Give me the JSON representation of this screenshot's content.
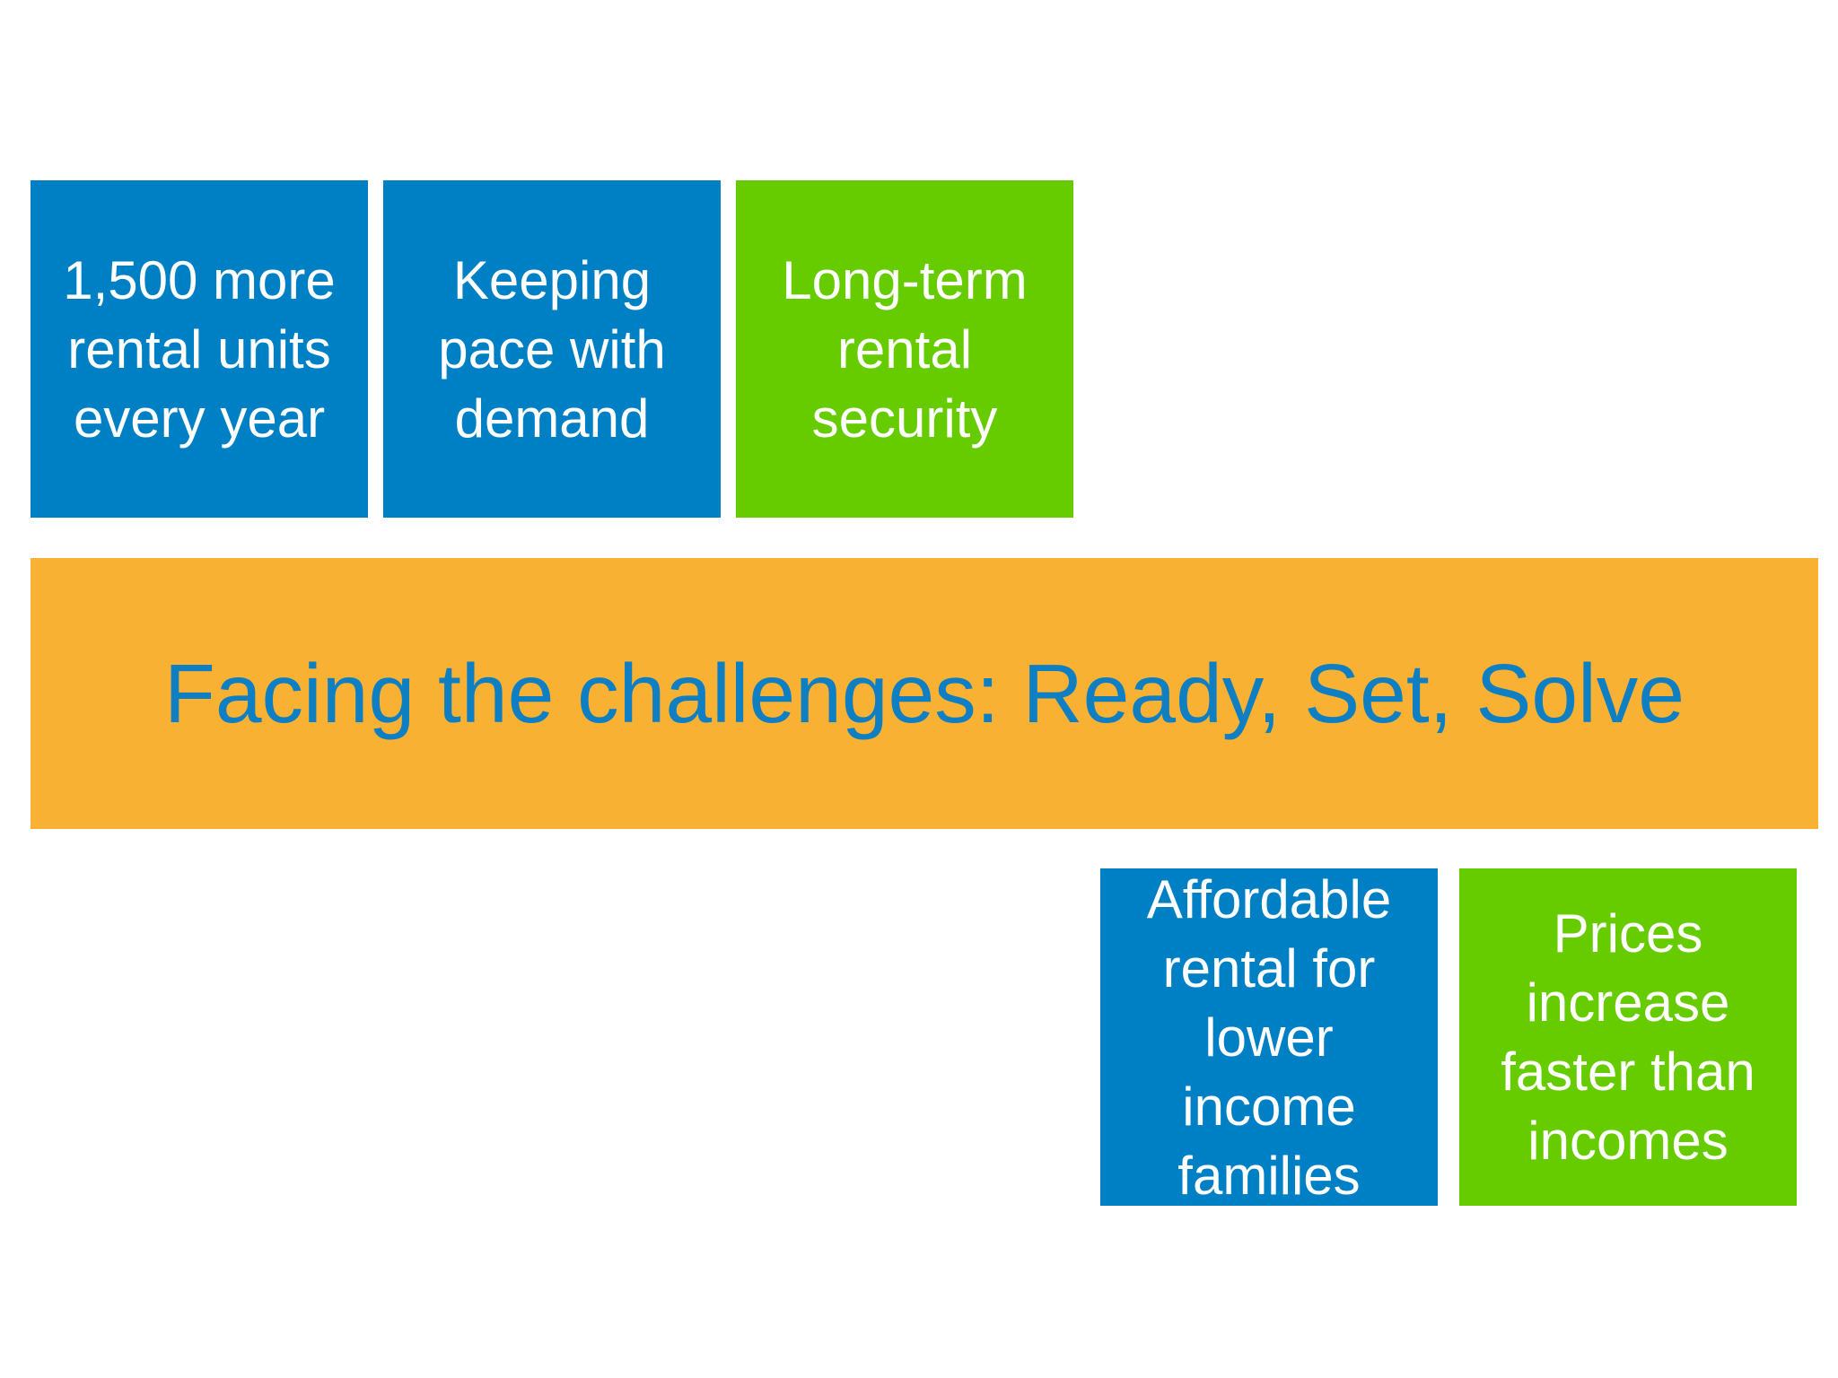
{
  "colors": {
    "blue_tile": "#0080c4",
    "green_tile": "#66cc00",
    "banner_background": "#f9b134",
    "banner_text": "#0d7fc2",
    "tile_text": "#ffffff"
  },
  "top_tiles": [
    {
      "lines": [
        "1,500 more",
        "rental units",
        "every year"
      ]
    },
    {
      "lines": [
        "Keeping",
        "pace with",
        "demand"
      ]
    },
    {
      "lines": [
        "Long-term",
        "rental",
        "security"
      ]
    }
  ],
  "banner": {
    "title": "Facing the challenges: Ready, Set, Solve"
  },
  "bottom_tiles": [
    {
      "lines": [
        "Affordable",
        "rental for",
        "lower",
        "income",
        "families"
      ]
    },
    {
      "lines": [
        "Prices",
        "increase",
        "faster than",
        "incomes"
      ]
    }
  ]
}
